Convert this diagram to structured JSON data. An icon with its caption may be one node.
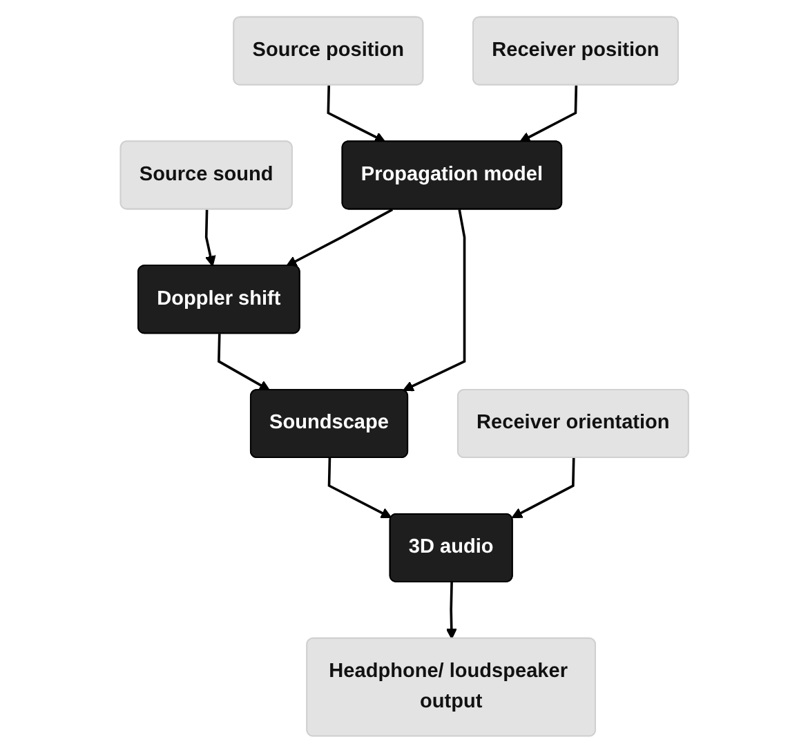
{
  "diagram": {
    "nodes": [
      {
        "text": [
          "Source position"
        ]
      },
      {
        "text": [
          "Source sound"
        ]
      },
      {
        "text": [
          "Receiver position"
        ]
      },
      {
        "text": [
          "Propagation model"
        ]
      },
      {
        "text": [
          "Doppler shift"
        ]
      },
      {
        "text": [
          "Soundscape"
        ]
      },
      {
        "text": [
          "Receiver orientation"
        ]
      },
      {
        "text": [
          "3D audio"
        ]
      },
      {
        "text": [
          "Headphone/ loudspeaker output"
        ]
      }
    ],
    "edges": [
      {
        "from": 0,
        "to": 3,
        "arrow": "to"
      },
      {
        "from": 1,
        "to": 4,
        "arrow": "to"
      },
      {
        "from": 2,
        "to": 3,
        "arrow": "to"
      },
      {
        "from": 3,
        "to": 4,
        "arrow": "to"
      },
      {
        "from": 3,
        "to": 5,
        "arrow": "to"
      },
      {
        "from": 4,
        "to": 5,
        "arrow": "to"
      },
      {
        "from": 5,
        "to": 7,
        "arrow": "to"
      },
      {
        "from": 6,
        "to": 7,
        "arrow": "to"
      },
      {
        "from": 7,
        "to": 8,
        "arrow": "to"
      }
    ]
  }
}
